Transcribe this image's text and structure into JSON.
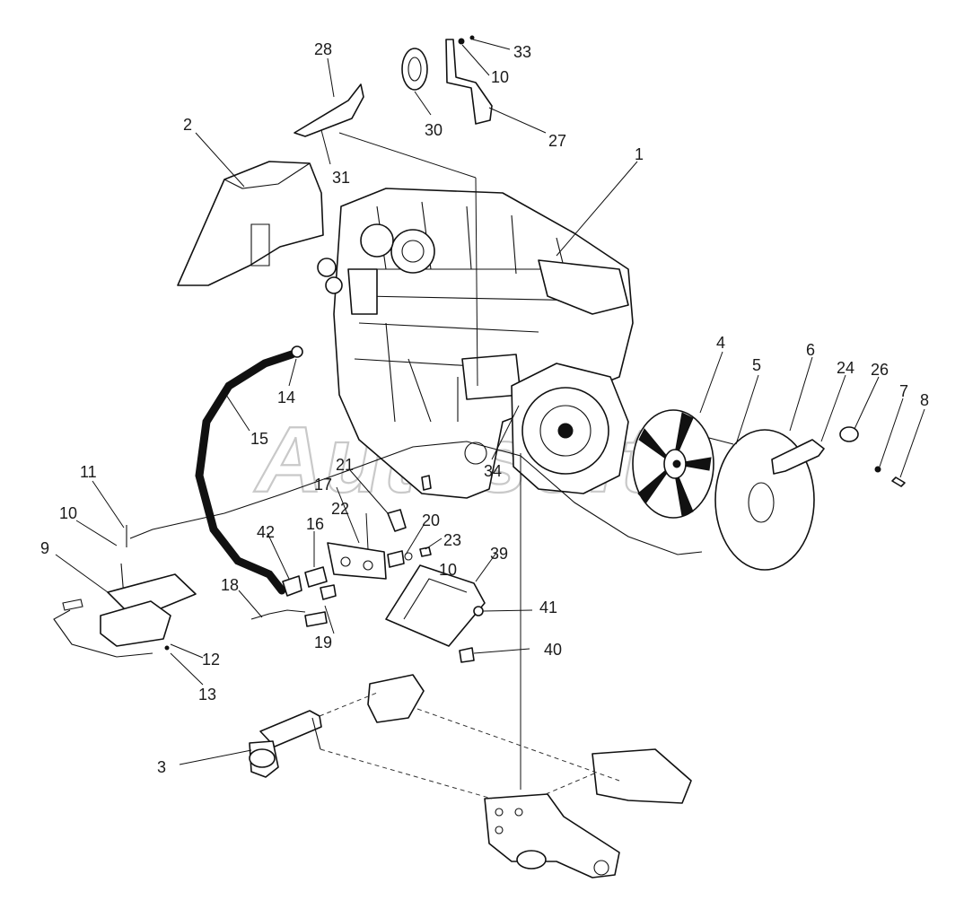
{
  "watermark": "Autosoft",
  "callouts": [
    {
      "label": "28"
    },
    {
      "label": "33"
    },
    {
      "label": "10"
    },
    {
      "label": "30"
    },
    {
      "label": "27"
    },
    {
      "label": "2"
    },
    {
      "label": "31"
    },
    {
      "label": "1"
    },
    {
      "label": "4"
    },
    {
      "label": "5"
    },
    {
      "label": "6"
    },
    {
      "label": "24"
    },
    {
      "label": "26"
    },
    {
      "label": "7"
    },
    {
      "label": "8"
    },
    {
      "label": "14"
    },
    {
      "label": "15"
    },
    {
      "label": "11"
    },
    {
      "label": "10"
    },
    {
      "label": "9"
    },
    {
      "label": "21"
    },
    {
      "label": "17"
    },
    {
      "label": "22"
    },
    {
      "label": "20"
    },
    {
      "label": "16"
    },
    {
      "label": "42"
    },
    {
      "label": "23"
    },
    {
      "label": "10"
    },
    {
      "label": "39"
    },
    {
      "label": "34"
    },
    {
      "label": "18"
    },
    {
      "label": "41"
    },
    {
      "label": "19"
    },
    {
      "label": "40"
    },
    {
      "label": "12"
    },
    {
      "label": "13"
    },
    {
      "label": "3"
    }
  ]
}
